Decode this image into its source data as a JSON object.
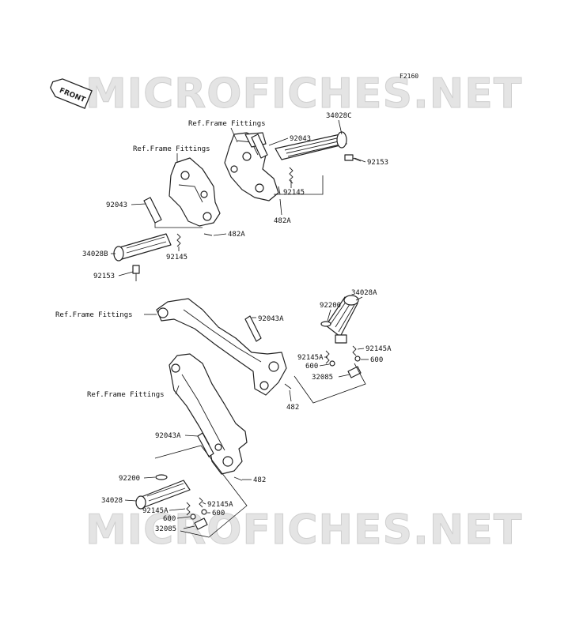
{
  "diagram_code": "F2160",
  "watermark": "MICROFICHES.NET",
  "front_badge": "FRONT",
  "labels": {
    "ref_frame_1": "Ref.Frame Fittings",
    "ref_frame_2": "Ref.Frame Fittings",
    "ref_frame_3": "Ref.Frame Fittings",
    "ref_frame_4": "Ref.Frame Fittings",
    "p34028C": "34028C",
    "p92043_upper_right": "92043",
    "p92153_upper_right": "92153",
    "p92145_upper_right": "92145",
    "p482A_upper_right": "482A",
    "p92043_upper_left": "92043",
    "p482A_upper_left": "482A",
    "p34028B": "34028B",
    "p92145_upper_left": "92145",
    "p92153_upper_left": "92153",
    "p92200_right": "92200",
    "p34028A": "34028A",
    "p92043A_right": "92043A",
    "p92145A_right_a": "92145A",
    "p92145A_right_b": "92145A",
    "p600_right_a": "600",
    "p600_right_b": "600",
    "p32085_right": "32085",
    "p482_right": "482",
    "p92043A_lower": "92043A",
    "p482_lower": "482",
    "p92200_lower": "92200",
    "p34028": "34028",
    "p92145A_lower_a": "92145A",
    "p92145A_lower_b": "92145A",
    "p600_lower_a": "600",
    "p600_lower_b": "600",
    "p32085_lower": "32085"
  }
}
